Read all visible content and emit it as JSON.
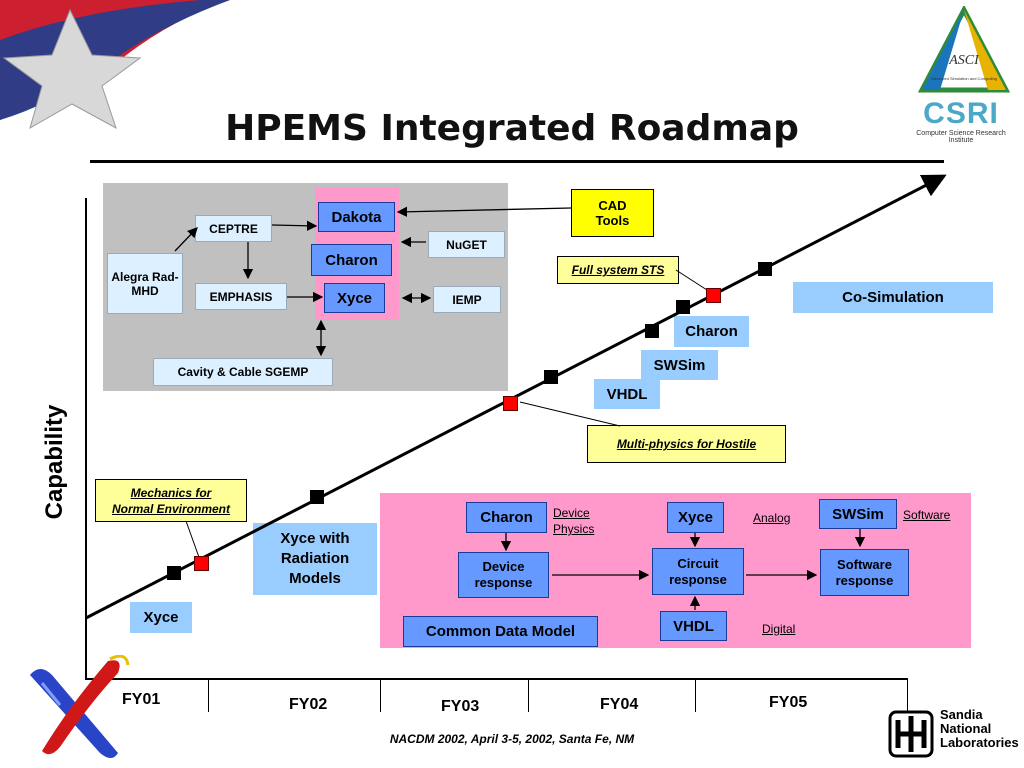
{
  "title": "HPEMS Integrated Roadmap",
  "y_axis_label": "Capability",
  "top_panel": {
    "codes": [
      "Dakota",
      "Charon",
      "Xyce"
    ],
    "items": {
      "ceptre": "CEPTRE",
      "alegra": "Alegra Rad-MHD",
      "emphasis": "EMPHASIS",
      "nuget": "NuGET",
      "iemp": "IEMP",
      "cavity": "Cavity & Cable  SGEMP"
    }
  },
  "cad_tools": "CAD Tools",
  "callouts": {
    "full_system": "Full system STS",
    "multiphysics": "Multi-physics for Hostile",
    "mechanics": "Mechanics for Normal Environment"
  },
  "milestones": {
    "co_sim": "Co-Simulation",
    "charon": "Charon",
    "swsim": "SWSim",
    "vhdl": "VHDL",
    "xyce_rad": "Xyce with Radiation Models",
    "xyce": "Xyce"
  },
  "bottom_panel": {
    "charon": "Charon",
    "device_physics": "Device Physics",
    "device_response": "Device response",
    "xyce": "Xyce",
    "analog": "Analog",
    "circuit_response": "Circuit response",
    "vhdl": "VHDL",
    "digital": "Digital",
    "swsim": "SWSim",
    "software": "Software",
    "software_response": "Software response",
    "common_data_model": "Common Data Model"
  },
  "fiscal_years": [
    "FY01",
    "FY02",
    "FY03",
    "FY04",
    "FY05"
  ],
  "footer": "NACDM 2002, April 3-5, 2002, Santa Fe, NM",
  "logos": {
    "asci": "ASCI",
    "asci_small": "Advanced Simulation and Computing",
    "csri": "CSRI",
    "csri_caption": "Computer Science Research Institute",
    "sandia": "Sandia National Laboratories"
  },
  "colors": {
    "panel_gray": "#c0c0c0",
    "panel_pink": "#ff99cc",
    "light_blue": "#99ccff",
    "medium_blue": "#6699ff",
    "callout_yellow": "#ffff99",
    "milestone_red": "#ff0000"
  }
}
